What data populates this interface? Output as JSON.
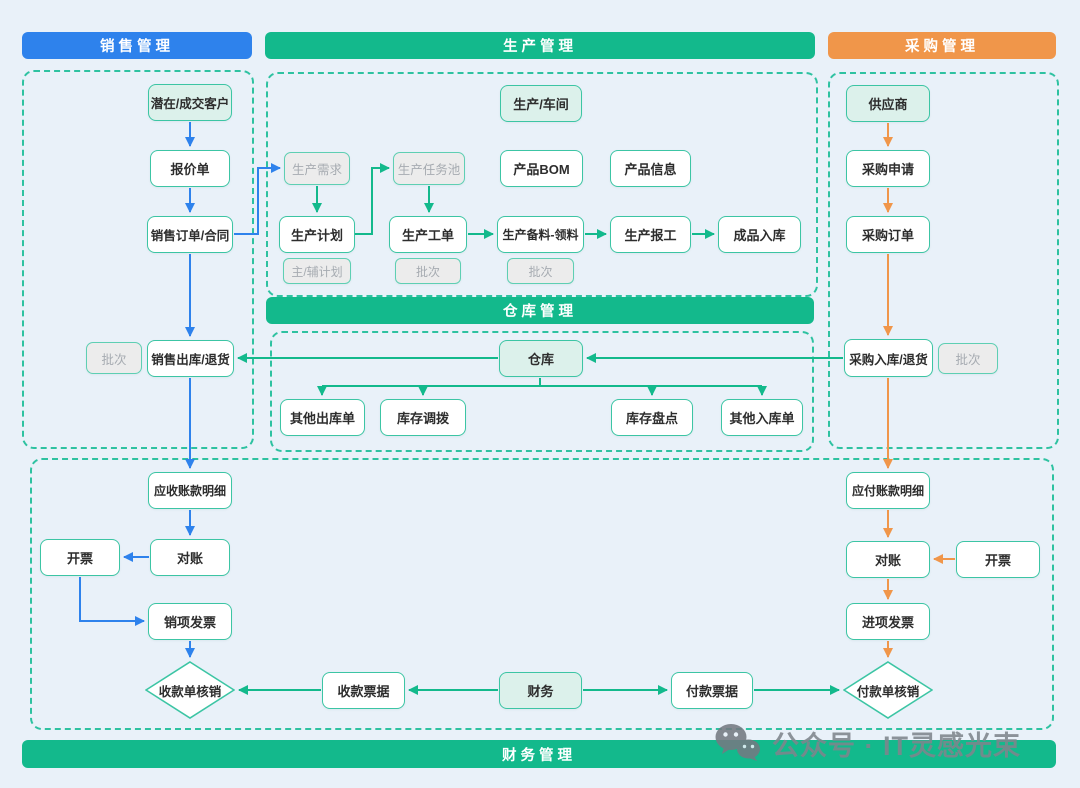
{
  "headers": {
    "sales": "销售管理",
    "production": "生产管理",
    "purchase": "采购管理",
    "warehouse": "仓库管理",
    "finance": "财务管理"
  },
  "nodes": {
    "customer": "潜在/成交客户",
    "quote": "报价单",
    "sales_order": "销售订单/合同",
    "batch_sales": "批次",
    "sales_outbound": "销售出库/退货",
    "workshop": "生产/车间",
    "prod_demand": "生产需求",
    "prod_task_pool": "生产任务池",
    "product_bom": "产品BOM",
    "product_info": "产品信息",
    "prod_plan": "生产计划",
    "prod_workorder": "生产工单",
    "prod_material": "生产备料-领料",
    "prod_report": "生产报工",
    "finished_inbound": "成品入库",
    "plan_sub": "主/辅计划",
    "batch_workorder": "批次",
    "batch_material": "批次",
    "supplier": "供应商",
    "purchase_request": "采购申请",
    "purchase_order": "采购订单",
    "purchase_inbound": "采购入库/退货",
    "batch_purchase": "批次",
    "warehouse": "仓库",
    "other_outbound": "其他出库单",
    "stock_transfer": "库存调拨",
    "stock_check": "库存盘点",
    "other_inbound": "其他入库单",
    "ar_detail": "应收账款明细",
    "invoice_left": "开票",
    "recon_left": "对账",
    "sales_invoice": "销项发票",
    "receipt_verify": "收款单核销",
    "receipt_note": "收款票据",
    "finance_hub": "财务",
    "payment_note": "付款票据",
    "payment_verify": "付款单核销",
    "ap_detail": "应付账款明细",
    "recon_right": "对账",
    "invoice_right": "开票",
    "purchase_invoice": "进项发票"
  },
  "watermark": {
    "text": "公众号 · IT灵感光束",
    "icon": "wechat-icon"
  },
  "colors": {
    "sales_accent": "#2E82EC",
    "production_accent": "#13B98C",
    "purchase_accent": "#F0964A",
    "background": "#E9F1F9",
    "node_border": "#3CC5A4",
    "entity_fill": "#DCF1EB",
    "muted_fill": "#ECECEC",
    "muted_text": "#A6ABB1"
  }
}
